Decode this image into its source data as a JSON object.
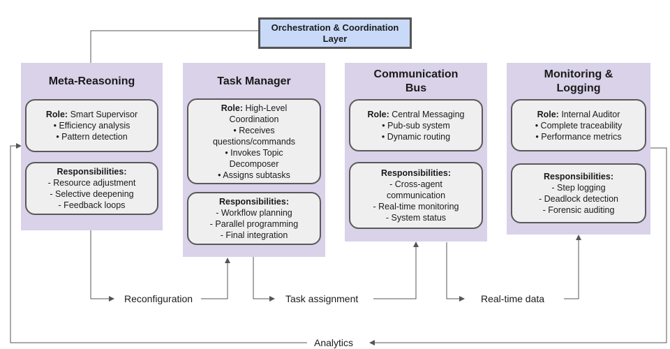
{
  "header": {
    "line1": "Orchestration & Coordination",
    "line2": "Layer"
  },
  "columns": [
    {
      "title": [
        "Meta-Reasoning"
      ],
      "role": {
        "label": "Role:",
        "first": "Smart Supervisor",
        "lines": [
          "• Efficiency analysis",
          "• Pattern detection"
        ]
      },
      "resp": {
        "label": "Responsibilities:",
        "lines": [
          "- Resource adjustment",
          "- Selective deepening",
          "- Feedback loops"
        ]
      }
    },
    {
      "title": [
        "Task Manager"
      ],
      "role": {
        "label": "Role:",
        "first": "High-Level",
        "lines": [
          "Coordination",
          "• Receives",
          "questions/commands",
          "• Invokes Topic",
          "Decomposer",
          "• Assigns subtasks"
        ]
      },
      "resp": {
        "label": "Responsibilities:",
        "lines": [
          "- Workflow planning",
          "- Parallel programming",
          "- Final integration"
        ]
      }
    },
    {
      "title": [
        "Communication",
        "Bus"
      ],
      "role": {
        "label": "Role:",
        "first": "Central Messaging",
        "lines": [
          "• Pub-sub system",
          "• Dynamic routing"
        ]
      },
      "resp": {
        "label": "Responsibilities:",
        "lines": [
          "- Cross-agent",
          "communication",
          "- Real-time monitoring",
          "- System status"
        ]
      }
    },
    {
      "title": [
        "Monitoring &",
        "Logging"
      ],
      "role": {
        "label": "Role:",
        "first": "Internal Auditor",
        "lines": [
          "• Complete traceability",
          "• Performance metrics"
        ]
      },
      "resp": {
        "label": "Responsibilities:",
        "lines": [
          "- Step logging",
          "- Deadlock detection",
          "- Forensic auditing"
        ]
      }
    }
  ],
  "flows": {
    "reconfiguration": "Reconfiguration",
    "task_assignment": "Task assignment",
    "realtime_data": "Real-time data",
    "analytics": "Analytics"
  },
  "colors": {
    "column_fill": "#d9d2e9",
    "header_fill": "#c9daf8",
    "card_fill": "#efefef",
    "line": "#555555"
  }
}
